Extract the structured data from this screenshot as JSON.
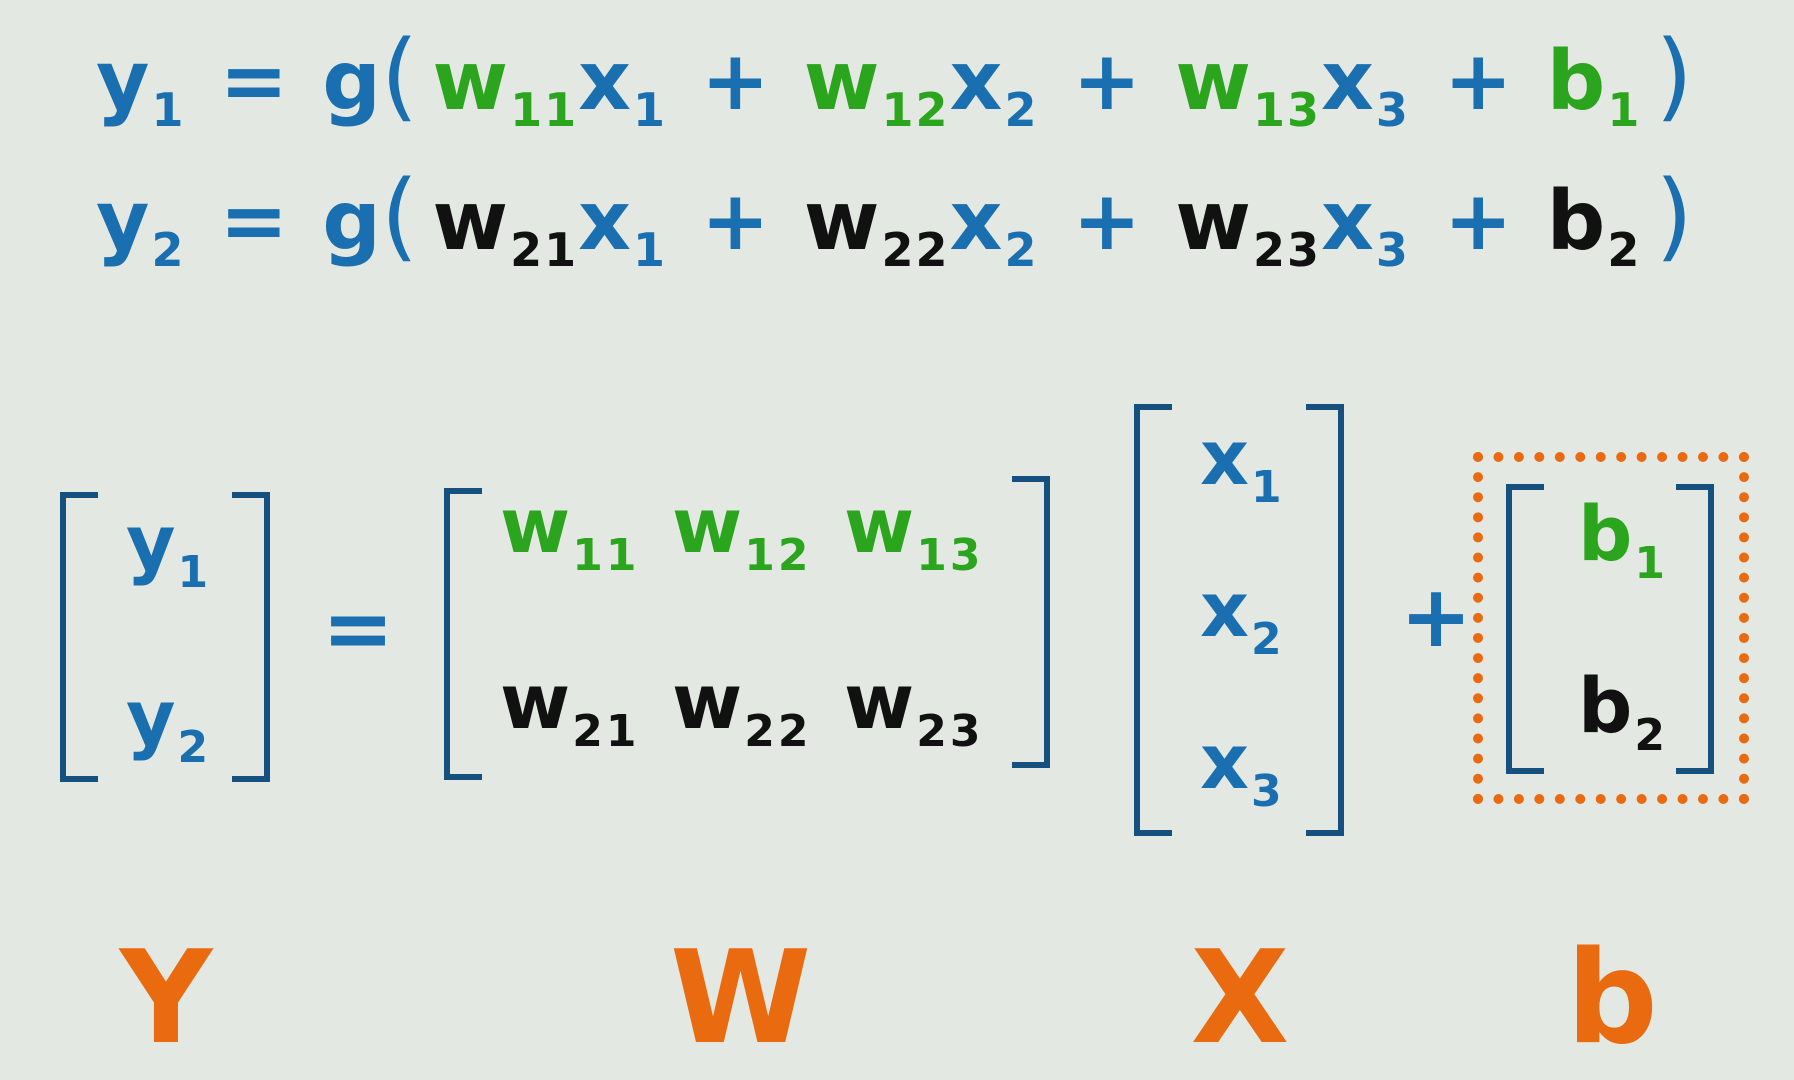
{
  "equations": {
    "line1": {
      "lhs": "y",
      "lhs_sub": "1",
      "eq": "=",
      "func": "g",
      "open": "(",
      "t1_w": "w",
      "t1_w_sub": "11",
      "t1_x": "x",
      "t1_x_sub": "1",
      "plus1": "+",
      "t2_w": "w",
      "t2_w_sub": "12",
      "t2_x": "x",
      "t2_x_sub": "2",
      "plus2": "+",
      "t3_w": "w",
      "t3_w_sub": "13",
      "t3_x": "x",
      "t3_x_sub": "3",
      "plus3": "+",
      "b": "b",
      "b_sub": "1",
      "close": ")"
    },
    "line2": {
      "lhs": "y",
      "lhs_sub": "2",
      "eq": "=",
      "func": "g",
      "open": "(",
      "t1_w": "w",
      "t1_w_sub": "21",
      "t1_x": "x",
      "t1_x_sub": "1",
      "plus1": "+",
      "t2_w": "w",
      "t2_w_sub": "22",
      "t2_x": "x",
      "t2_x_sub": "2",
      "plus2": "+",
      "t3_w": "w",
      "t3_w_sub": "23",
      "t3_x": "x",
      "t3_x_sub": "3",
      "plus3": "+",
      "b": "b",
      "b_sub": "2",
      "close": ")"
    }
  },
  "matrices": {
    "Y": [
      {
        "sym": "y",
        "sub": "1"
      },
      {
        "sym": "y",
        "sub": "2"
      }
    ],
    "equals": "=",
    "W": [
      [
        {
          "sym": "w",
          "sub": "11"
        },
        {
          "sym": "w",
          "sub": "12"
        },
        {
          "sym": "w",
          "sub": "13"
        }
      ],
      [
        {
          "sym": "w",
          "sub": "21"
        },
        {
          "sym": "w",
          "sub": "22"
        },
        {
          "sym": "w",
          "sub": "23"
        }
      ]
    ],
    "X": [
      {
        "sym": "x",
        "sub": "1"
      },
      {
        "sym": "x",
        "sub": "2"
      },
      {
        "sym": "x",
        "sub": "3"
      }
    ],
    "plus": "+",
    "b": [
      {
        "sym": "b",
        "sub": "1"
      },
      {
        "sym": "b",
        "sub": "2"
      }
    ]
  },
  "labels": {
    "Y": "Y",
    "W": "W",
    "X": "X",
    "b": "b"
  },
  "colors": {
    "variable": "#1a6fb0",
    "row1_params": "#2aa51d",
    "row2_params": "#111111",
    "highlight": "#ea6a10",
    "bracket": "#16507e",
    "background": "#e4e8e2"
  }
}
